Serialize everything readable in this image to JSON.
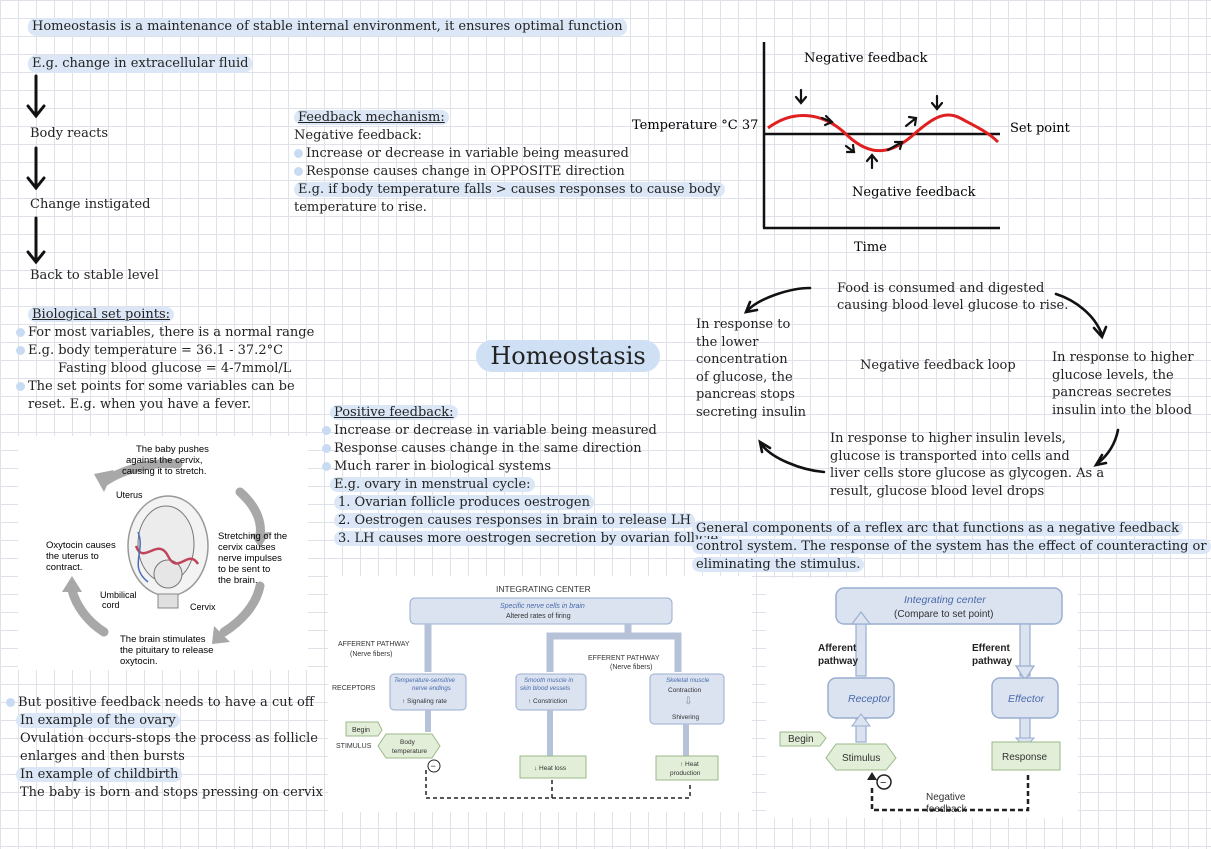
{
  "title": "Homeostasis",
  "intro": {
    "definition": "Homeostasis is a maintenance of stable internal environment, it ensures optimal function",
    "flow": [
      "E.g. change in extracellular fluid",
      "Body reacts",
      "Change instigated",
      "Back to stable level"
    ]
  },
  "set_points": {
    "heading": "Biological set points:",
    "lines": [
      "For most variables, there is a normal range",
      "E.g. body temperature = 36.1 - 37.2°C",
      "Fasting blood glucose = 4-7mmol/L",
      "The set points for some variables can be",
      "reset. E.g. when you have a fever."
    ]
  },
  "feedback": {
    "heading": "Feedback mechanism:",
    "sub": "Negative feedback:",
    "lines": [
      "Increase or decrease in variable being measured",
      "Response causes change in OPPOSITE direction",
      "E.g. if body temperature falls > causes responses to cause body",
      "temperature to rise."
    ]
  },
  "positive": {
    "heading": "Positive feedback:",
    "lines": [
      "Increase or decrease in variable being measured",
      "Response causes change in the same direction",
      "Much rarer in biological systems",
      "E.g. ovary in menstrual cycle:",
      "1. Ovarian follicle produces oestrogen",
      "2. Oestrogen causes responses in brain to release LH",
      "3. LH causes more oestrogen secretion by ovarian follicle"
    ]
  },
  "cutoff": {
    "lines": [
      "But positive feedback needs to have a cut off",
      "In example of the ovary",
      "Ovulation occurs-stops the process as follicle",
      "enlarges and then bursts",
      "In example of childbirth",
      "The baby is born and stops pressing on cervix"
    ]
  },
  "temp_graph": {
    "top_label": "Negative feedback",
    "bottom_label": "Negative feedback",
    "y_label": "Temperature °C 37",
    "set_point": "Set point",
    "x_label": "Time"
  },
  "glucose_loop": {
    "center": "Negative feedback loop",
    "top": [
      "Food is consumed and digested",
      "causing blood level glucose to rise."
    ],
    "right": [
      "In response to higher",
      "glucose levels, the",
      "pancreas secretes",
      "insulin into the blood"
    ],
    "bottom": [
      "In response to higher insulin levels,",
      "glucose is transported into cells and",
      "liver cells store glucose as glycogen. As a",
      "result, glucose blood level drops"
    ],
    "left": [
      "In response to",
      "the lower",
      "concentration",
      "of glucose, the",
      "pancreas stops",
      "secreting insulin"
    ]
  },
  "reflex_note": [
    "General components of a reflex arc that functions as a negative feedback",
    "control system. The response of the system has the effect of counteracting or",
    "eliminating the stimulus."
  ],
  "childbirth": {
    "top": [
      "The baby pushes",
      "against the cervix,",
      "causing it to stretch."
    ],
    "right": [
      "Stretching of the",
      "cervix causes",
      "nerve impulses",
      "to be sent to",
      "the brain."
    ],
    "bottom": [
      "The brain stimulates",
      "the pituitary to release",
      "oxytocin."
    ],
    "left": [
      "Oxytocin causes",
      "the uterus to",
      "contract."
    ],
    "uterus": "Uterus",
    "umbilical": [
      "Umbilical",
      "cord"
    ],
    "cervix": "Cervix"
  },
  "thermo": {
    "integrating": "INTEGRATING CENTER",
    "box1": "Specific nerve cells in brain",
    "box2": "Altered rates of firing",
    "afferent": "AFFERENT PATHWAY",
    "afferent_sub": "(Nerve fibers)",
    "efferent": "EFFERENT PATHWAY",
    "efferent_sub": "(Nerve fibers)",
    "receptors": "RECEPTORS",
    "stimulus": "STIMULUS",
    "begin": "Begin",
    "rec1": [
      "Temperature-sensitive",
      "nerve endings"
    ],
    "rec1b": "↑ Signaling rate",
    "eff1": [
      "Smooth muscle in",
      "skin blood vessels"
    ],
    "eff1b": "↑ Constriction",
    "eff2": "Skeletal muscle",
    "eff2b": "Contraction",
    "eff2c": "Shivering",
    "body": [
      "Body",
      "temperature"
    ],
    "heat_loss": "↓ Heat loss",
    "heat_prod": [
      "↑ Heat",
      "production"
    ]
  },
  "arc": {
    "center": "Integrating center",
    "center_sub": "(Compare to set point)",
    "afferent": [
      "Afferent",
      "pathway"
    ],
    "efferent": [
      "Efferent",
      "pathway"
    ],
    "receptor": "Receptor",
    "effector": "Effector",
    "begin": "Begin",
    "stimulus": "Stimulus",
    "response": "Response",
    "negative": [
      "Negative",
      "feedback"
    ]
  }
}
